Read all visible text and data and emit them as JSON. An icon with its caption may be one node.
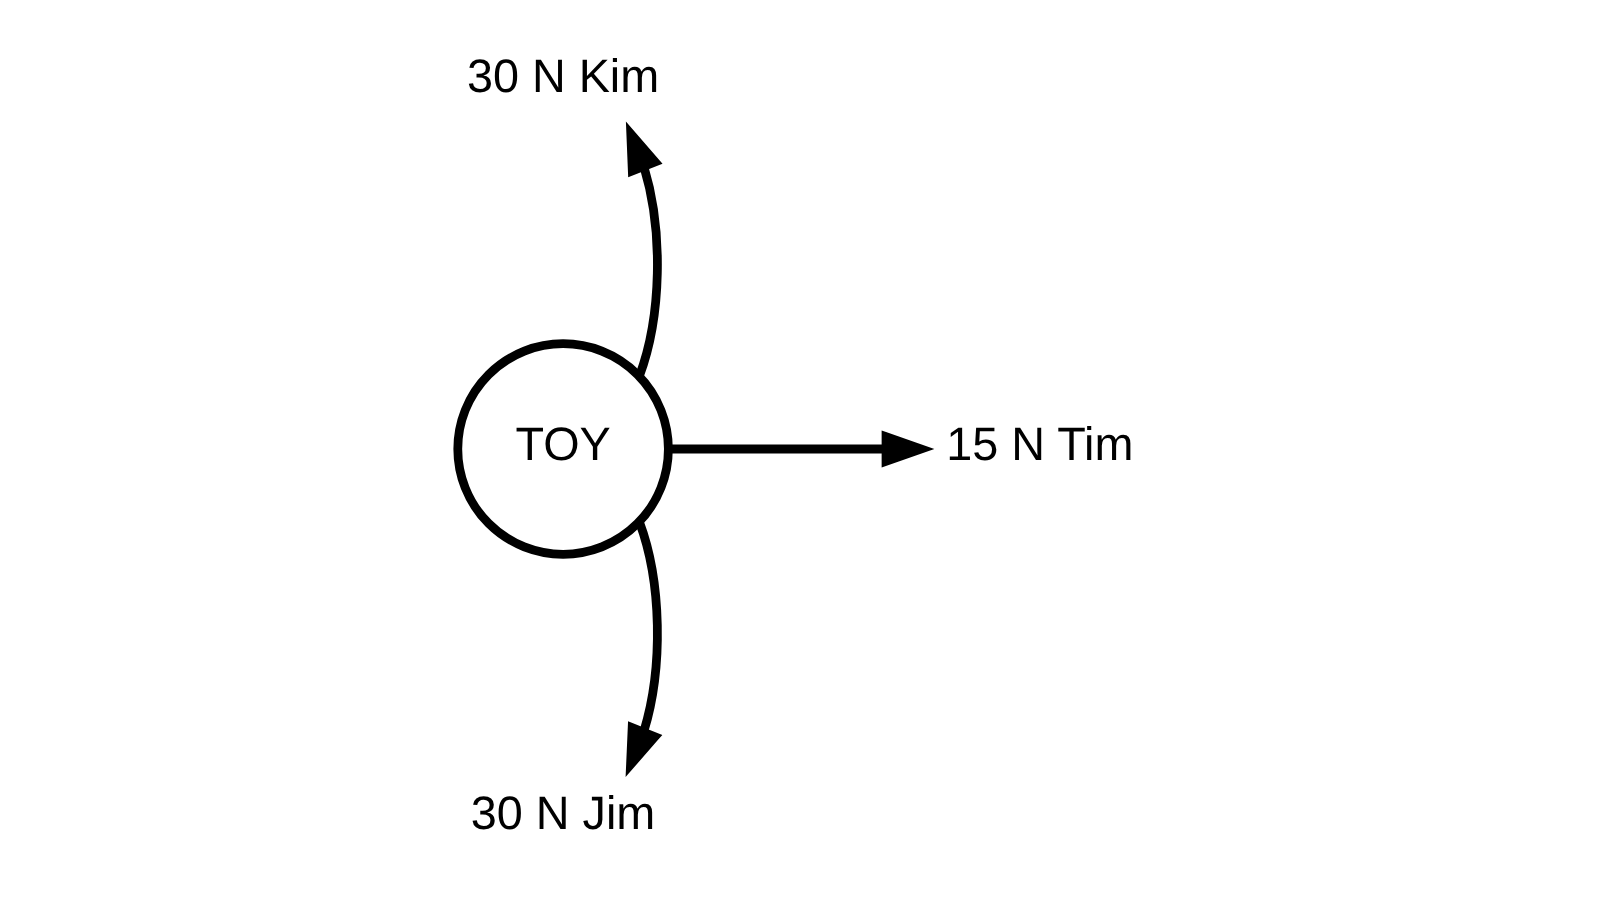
{
  "diagram": {
    "nodes": [
      {
        "text": [
          "TOY"
        ]
      },
      {
        "text": [
          "30 N Kim"
        ]
      },
      {
        "text": [
          "15 N Tim"
        ]
      },
      {
        "text": [
          "30 N Jim"
        ]
      }
    ],
    "edges": [
      {
        "from": 0,
        "to": 1,
        "arrow": "to"
      },
      {
        "from": 0,
        "to": 2,
        "arrow": "to"
      },
      {
        "from": 0,
        "to": 3,
        "arrow": "to"
      }
    ]
  }
}
